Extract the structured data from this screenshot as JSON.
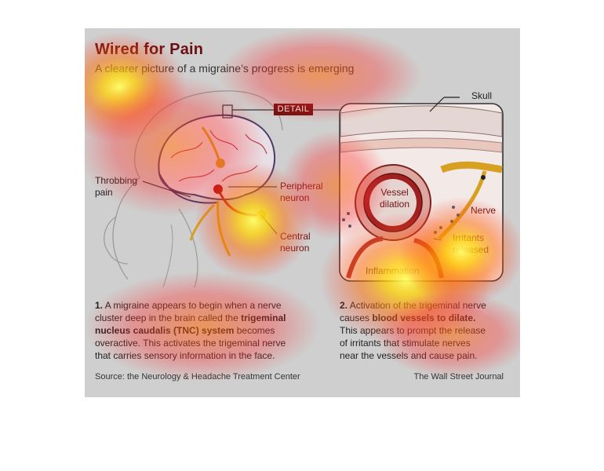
{
  "header": {
    "title": "Wired for Pain",
    "subtitle": "A clearer picture of a migraine’s progress is emerging"
  },
  "labels": {
    "detail": "DETAIL",
    "skull": "Skull",
    "throbbing_line1": "Throbbing",
    "throbbing_line2": "pain",
    "peripheral_line1": "Peripheral",
    "peripheral_line2": "neuron",
    "central_line1": "Central",
    "central_line2": "neuron",
    "vessel_line1": "Vessel",
    "vessel_line2": "dilation",
    "nerve": "Nerve",
    "irritants_line1": "Irritants",
    "irritants_line2": "released",
    "inflammation": "Inflammation"
  },
  "steps": {
    "one": {
      "num": "1.",
      "l1a": "A migraine appears to begin when a nerve",
      "l2a": "cluster deep in the brain called the ",
      "l2b": "trigeminal",
      "l3a": "nucleus caudalis (TNC) system",
      "l3b": " becomes",
      "l4": "overactive. This activates the trigeminal nerve",
      "l5": "that carries sensory information in the face."
    },
    "two": {
      "num": "2.",
      "l1": "Activation of the trigeminal nerve",
      "l2a": "causes ",
      "l2b": "blood vessels to dilate.",
      "l3": "This appears to prompt the release",
      "l4": "of irritants that stimulate nerves",
      "l5": "near the vessels and cause pain."
    }
  },
  "footer": {
    "source": "Source: the Neurology & Headache Treatment Center",
    "credit": "The Wall Street Journal"
  },
  "colors": {
    "brand": "#6b1010",
    "panel": "#cfcfcf",
    "heat_hot": "#ffff66",
    "heat_warm": "#ff6a00",
    "heat_cool": "#ff2a2a"
  }
}
